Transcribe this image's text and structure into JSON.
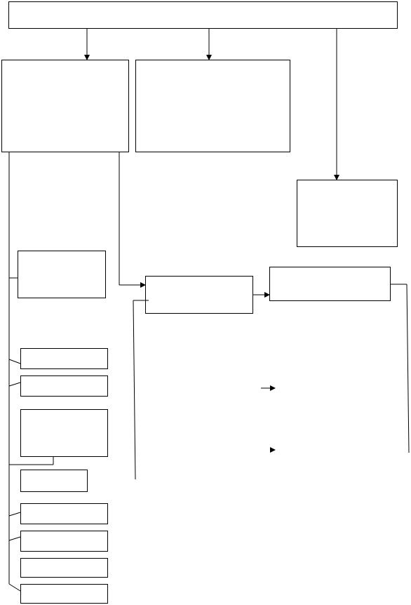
{
  "diagram": {
    "stroke_color": "#000000",
    "background": "#ffffff",
    "boxes": [
      {
        "id": "top",
        "label": ""
      },
      {
        "id": "mid-left",
        "label": ""
      },
      {
        "id": "mid-center",
        "label": ""
      },
      {
        "id": "right-upper",
        "label": ""
      },
      {
        "id": "left-a",
        "label": ""
      },
      {
        "id": "center-main",
        "label": ""
      },
      {
        "id": "right-main",
        "label": ""
      },
      {
        "id": "left-b",
        "label": ""
      },
      {
        "id": "left-c",
        "label": ""
      },
      {
        "id": "left-d",
        "label": ""
      },
      {
        "id": "left-e",
        "label": ""
      },
      {
        "id": "left-f",
        "label": ""
      },
      {
        "id": "left-g",
        "label": ""
      },
      {
        "id": "left-h",
        "label": ""
      },
      {
        "id": "left-i",
        "label": ""
      }
    ]
  }
}
